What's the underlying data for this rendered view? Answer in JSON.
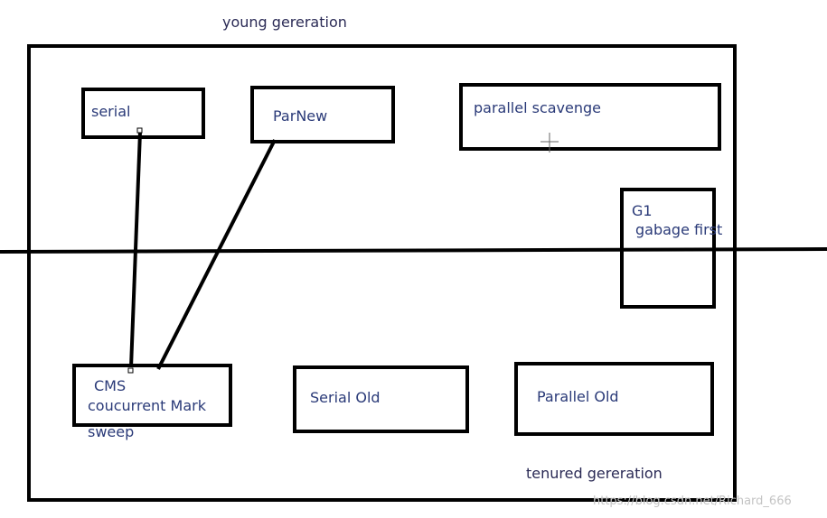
{
  "labels": {
    "young_generation": "young gereration",
    "tenured_generation": "tenured gereration"
  },
  "collectors": {
    "serial": "serial",
    "parnew": "ParNew",
    "parallel_scavenge": "parallel scavenge",
    "g1_line1": "G1",
    "g1_line2": "gabage first",
    "cms_line1": "CMS",
    "cms_line2": "coucurrent Mark",
    "cms_line3": "sweep",
    "serial_old": "Serial Old",
    "parallel_old": "Parallel Old"
  },
  "watermark": "https://blog.csdn.net/Richard_666",
  "colors": {
    "stroke": "#000000",
    "text": "#2a3a78",
    "watermark": "#c4c4c4"
  }
}
